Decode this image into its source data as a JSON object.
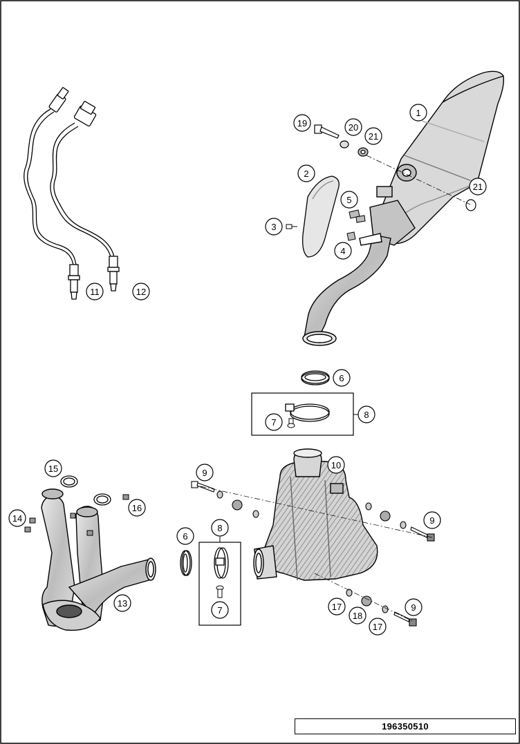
{
  "diagram": {
    "reference_number": "196350510",
    "callouts": [
      "1",
      "2",
      "3",
      "4",
      "5",
      "6",
      "6",
      "7",
      "7",
      "8",
      "8",
      "9",
      "9",
      "9",
      "10",
      "11",
      "12",
      "13",
      "14",
      "15",
      "16",
      "17",
      "17",
      "18",
      "19",
      "20",
      "21",
      "21"
    ]
  },
  "colors": {
    "line": "#000000",
    "shade": "#c8c8c8",
    "hatch": "#9a9a9a",
    "background": "#ffffff"
  }
}
